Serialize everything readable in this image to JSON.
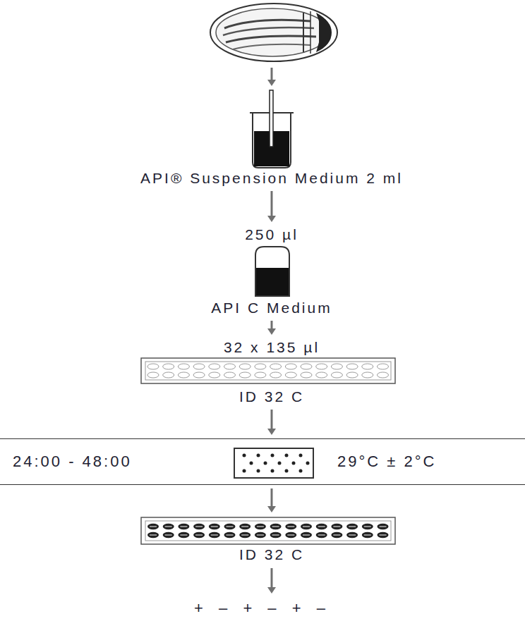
{
  "diagram": {
    "nodes": [
      {
        "text": [
          "API® Suspension Medium 2 ml"
        ]
      },
      {
        "text": [
          "250 µl",
          "API C Medium"
        ]
      },
      {
        "text": [
          "32 x 135 µl",
          "ID 32 C"
        ]
      },
      {
        "text": [
          "24:00 - 48:00",
          "29°C ± 2°C"
        ]
      },
      {
        "text": [
          "ID 32 C"
        ]
      }
    ],
    "edges": [
      {
        "from": 0,
        "to": 1,
        "arrow": "to"
      },
      {
        "from": 1,
        "to": 2,
        "arrow": "to"
      },
      {
        "from": 2,
        "to": 3,
        "arrow": "to"
      },
      {
        "from": 3,
        "to": 4,
        "arrow": "to"
      }
    ],
    "labels": [
      "+ – + – + –"
    ]
  }
}
